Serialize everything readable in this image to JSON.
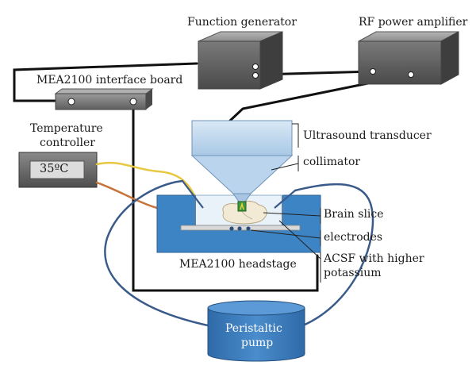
{
  "labels": {
    "function_generator": "Function generator",
    "rf_power_amplifier": "RF power amplifier",
    "mea2100_interface_board": "MEA2100 interface board",
    "temperature_controller_line1": "Temperature",
    "temperature_controller_line2": "controller",
    "temperature_display": "35ºC",
    "ultrasound_transducer": "Ultrasound transducer",
    "collimator": "collimator",
    "brain_slice": "Brain slice",
    "electrodes": "electrodes",
    "acsf_line1": "ACSF with higher",
    "acsf_line2": "potassium",
    "mea2100_headstage": "MEA2100 headstage",
    "peristaltic_pump_line1": "Peristaltic",
    "peristaltic_pump_line2": "pump"
  },
  "colors": {
    "box_grey": "#5a5a5a",
    "transducer_blue": "#c5dcef",
    "headstage_blue": "#3c84c4",
    "pump_blue": "#3f7fbf",
    "tube_blue": "#3a5b8a",
    "wire_yellow": "#e8c840",
    "wire_orange": "#c8733a"
  }
}
